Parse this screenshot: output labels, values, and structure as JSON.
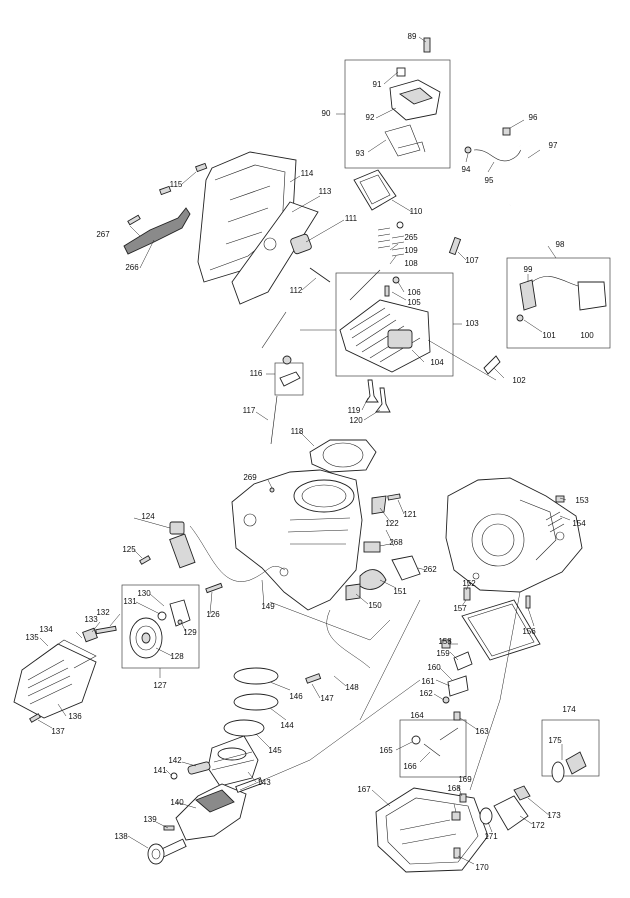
{
  "diagram": {
    "labels": [
      "89",
      "90",
      "91",
      "92",
      "93",
      "94",
      "95",
      "96",
      "97",
      "98",
      "99",
      "100",
      "101",
      "102",
      "103",
      "104",
      "105",
      "106",
      "107",
      "108",
      "109",
      "110",
      "111",
      "112",
      "113",
      "114",
      "115",
      "116",
      "117",
      "118",
      "119",
      "120",
      "121",
      "122",
      "124",
      "125",
      "126",
      "127",
      "128",
      "129",
      "130",
      "131",
      "132",
      "133",
      "134",
      "135",
      "136",
      "137",
      "138",
      "139",
      "140",
      "141",
      "142",
      "143",
      "144",
      "145",
      "146",
      "147",
      "148",
      "149",
      "150",
      "151",
      "152",
      "153",
      "154",
      "156",
      "157",
      "158",
      "159",
      "160",
      "161",
      "162",
      "163",
      "164",
      "165",
      "166",
      "167",
      "168",
      "169",
      "170",
      "171",
      "172",
      "173",
      "174",
      "175",
      "262",
      "265",
      "266",
      "267",
      "268",
      "269"
    ]
  }
}
